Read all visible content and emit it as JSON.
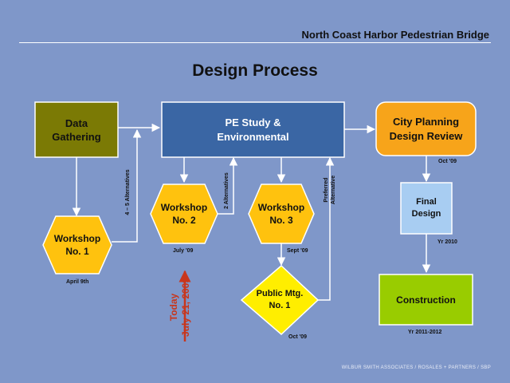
{
  "header": {
    "project_title": "North Coast Harbor Pedestrian Bridge"
  },
  "diagram_title": "Design Process",
  "nodes": {
    "data_gathering": "Data\nGathering",
    "pe_study": "PE Study &\nEnvironmental",
    "city_planning": "City Planning\nDesign Review",
    "workshop1": "Workshop\nNo. 1",
    "workshop2": "Workshop\nNo. 2",
    "workshop3": "Workshop\nNo. 3",
    "public_mtg": "Public Mtg.\nNo. 1",
    "final_design": "Final\nDesign",
    "construction": "Construction"
  },
  "dates": {
    "workshop1": "April 9th",
    "workshop2": "July '09",
    "workshop3": "Sept '09",
    "public_mtg": "Oct '09",
    "city_planning": "Oct '09",
    "final_design": "Yr 2010",
    "construction": "Yr 2011-2012"
  },
  "edge_labels": {
    "alternatives_4_5": "4 – 5  Alternatives",
    "alternatives_2": "2  Alternatives",
    "preferred_alternative": "Preferred\nAlternative"
  },
  "today_marker": "Today\nJuly 21, 2009",
  "footer": "WILBUR SMITH ASSOCIATES / ROSALES + PARTNERS / SBP",
  "colors": {
    "background": "#7f97c9",
    "data_gathering": "#7b7a05",
    "pe_study": "#3a66a4",
    "city_planning": "#f7a41a",
    "workshop": "#ffc20e",
    "public_mtg": "#ffee00",
    "final_design": "#a8cdf2",
    "construction": "#99cc00",
    "today_arrow": "#c8361c"
  }
}
